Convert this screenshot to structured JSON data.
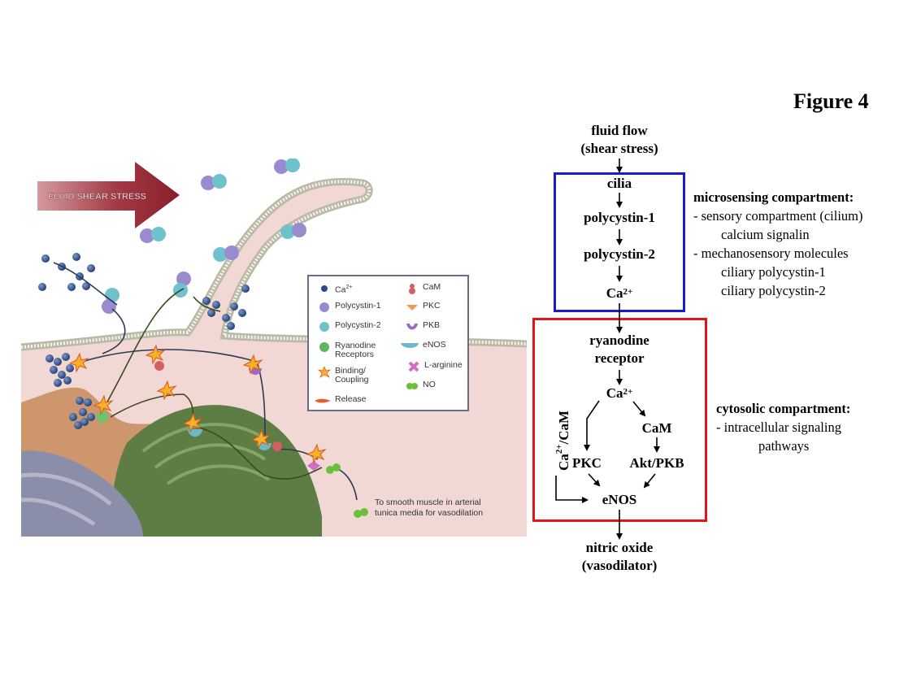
{
  "figure_title": "Figure 4",
  "illustration": {
    "arrow_label": "FLUID SHEAR STRESS",
    "destination_note_line1": "To smooth muscle in arterial",
    "destination_note_line2": "tunica media for vasodilation",
    "legend": {
      "left_column": [
        {
          "icon": "calcium-ion-icon",
          "label": "Ca",
          "sup": "2+"
        },
        {
          "icon": "polycystin-1-icon",
          "label": "Polycystin-1"
        },
        {
          "icon": "polycystin-2-icon",
          "label": "Polycystin-2"
        },
        {
          "icon": "ryanodine-receptor-icon",
          "label_line1": "Ryanodine",
          "label_line2": "Receptors"
        },
        {
          "icon": "binding-coupling-icon",
          "label_line1": "Binding/",
          "label_line2": "Coupling"
        },
        {
          "icon": "release-icon",
          "label": "Release"
        }
      ],
      "right_column": [
        {
          "icon": "cam-icon",
          "label": "CaM"
        },
        {
          "icon": "pkc-icon",
          "label": "PKC"
        },
        {
          "icon": "pkb-icon",
          "label": "PKB"
        },
        {
          "icon": "enos-icon",
          "label": "eNOS"
        },
        {
          "icon": "l-arginine-icon",
          "label": "L-arginine"
        },
        {
          "icon": "no-icon",
          "label": "NO"
        }
      ]
    },
    "colors": {
      "arrow": "#9b2a35",
      "cytoplasm": "#f1d8d4",
      "calcium": "#2a4a86",
      "polycystin1": "#9a8ad0",
      "polycystin2": "#6fc1cc",
      "er": "#c98f62",
      "golgi": "#5d7d45",
      "nucleus": "#8b8ea8"
    }
  },
  "flow": {
    "input_line1": "fluid flow",
    "input_line2": "(shear stress)",
    "microsensing_nodes": {
      "cilia": "cilia",
      "pc1": "polycystin-1",
      "pc2": "polycystin-2",
      "ca": "Ca",
      "ca_sup": "2+"
    },
    "cytosolic_nodes": {
      "ryr_line1": "ryanodine",
      "ryr_line2": "receptor",
      "ca": "Ca",
      "ca_sup": "2+",
      "cam": "CaM",
      "pkc": "PKC",
      "akt": "Akt/PKB",
      "enos": "eNOS",
      "side_label_ca": "Ca",
      "side_label_sup": "2+",
      "side_label_rest": "/CaM"
    },
    "output_line1": "nitric oxide",
    "output_line2": "(vasodilator)",
    "box_colors": {
      "microsensing": "#1a1ad6",
      "cytosolic": "#e01515"
    }
  },
  "annotations": {
    "microsensing": {
      "heading": "microsensing compartment:",
      "lines": [
        "-  sensory compartment (cilium)",
        "calcium signalin",
        "-  mechanosensory molecules",
        "ciliary polycystin-1",
        "ciliary polycystin-2"
      ]
    },
    "cytosolic": {
      "heading": "cytosolic compartment:",
      "lines": [
        "-  intracellular signaling",
        "pathways"
      ]
    }
  }
}
